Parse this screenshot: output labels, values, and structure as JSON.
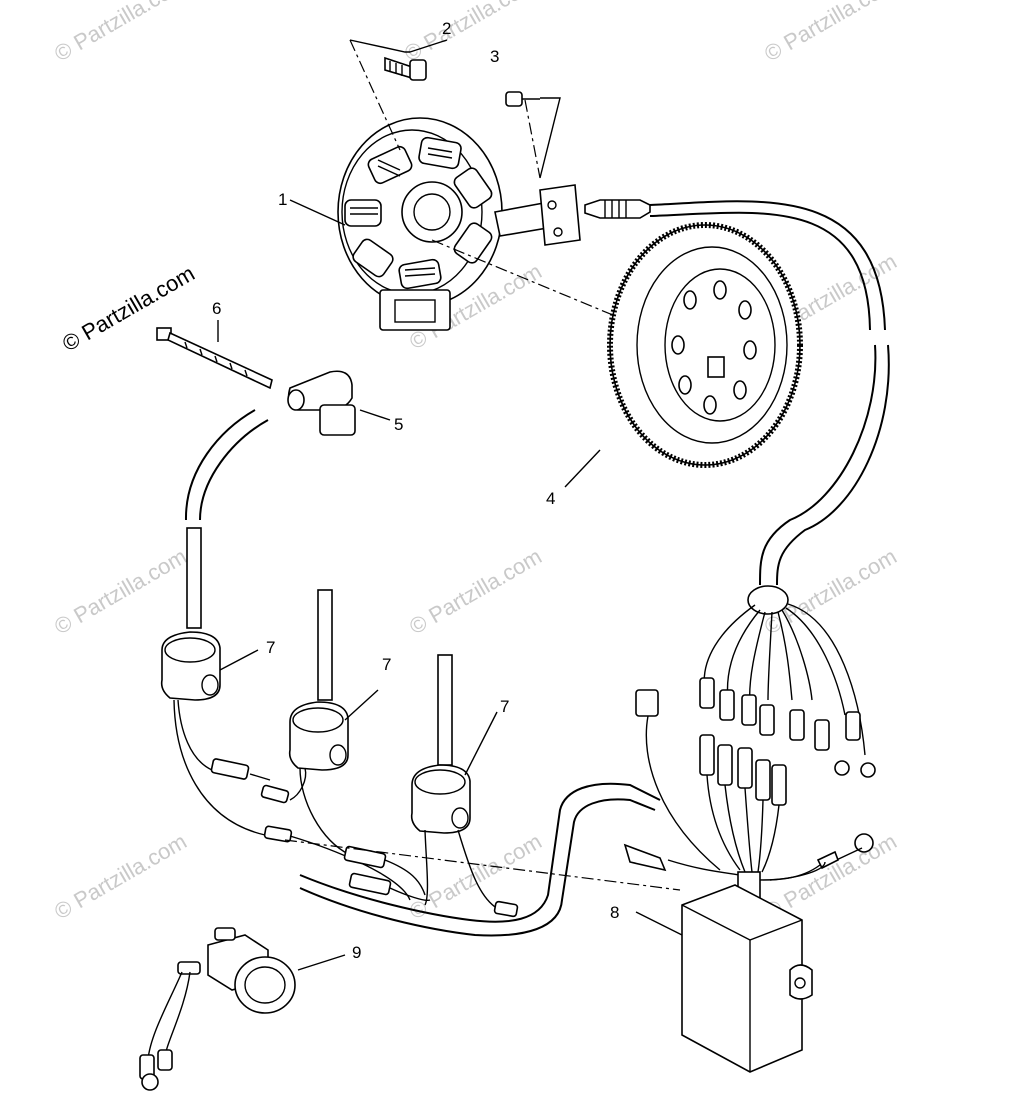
{
  "watermark": {
    "text": "© Partzilla.com",
    "dark_text": "© Partzilla.com"
  },
  "callouts": {
    "c1": "1",
    "c2": "2",
    "c3": "3",
    "c4": "4",
    "c5": "5",
    "c6": "6",
    "c7a": "7",
    "c7b": "7",
    "c7c": "7",
    "c8": "8",
    "c9": "9"
  },
  "colors": {
    "ink": "#000000",
    "watermark": "#c9c9c9",
    "background": "#ffffff"
  }
}
